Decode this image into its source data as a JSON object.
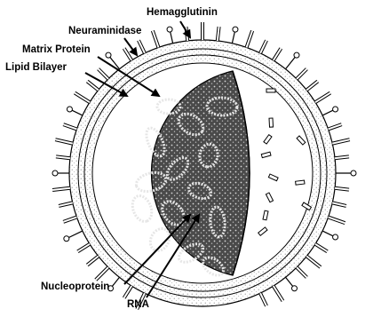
{
  "labels": {
    "hemagglutinin": "Hemagglutinin",
    "neuraminidase": "Neuraminidase",
    "matrix_protein": "Matrix Protein",
    "lipid_bilayer": "Lipid Bilayer",
    "nucleoprotein": "Nucleoprotein",
    "rna": "RNA"
  },
  "colors": {
    "ink": "#000000",
    "background": "#ffffff",
    "membrane": "#6b6b6b",
    "core": "#3a3a3a"
  }
}
